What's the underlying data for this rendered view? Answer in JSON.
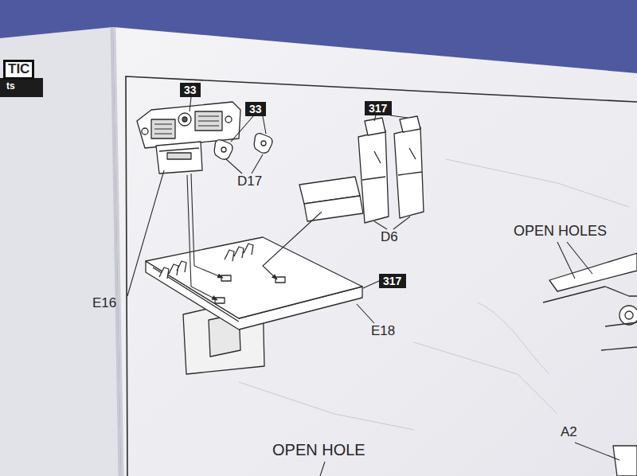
{
  "diagram": {
    "nodes": [
      {
        "text": [
          "33"
        ]
      },
      {
        "text": [
          "33"
        ]
      },
      {
        "text": [
          "317"
        ]
      },
      {
        "text": [
          "317"
        ]
      }
    ],
    "labels": [
      "TIC",
      "ts",
      "D17",
      "D6",
      "E16",
      "E18",
      "OPEN HOLES",
      "OPEN HOLE",
      "A2"
    ]
  }
}
